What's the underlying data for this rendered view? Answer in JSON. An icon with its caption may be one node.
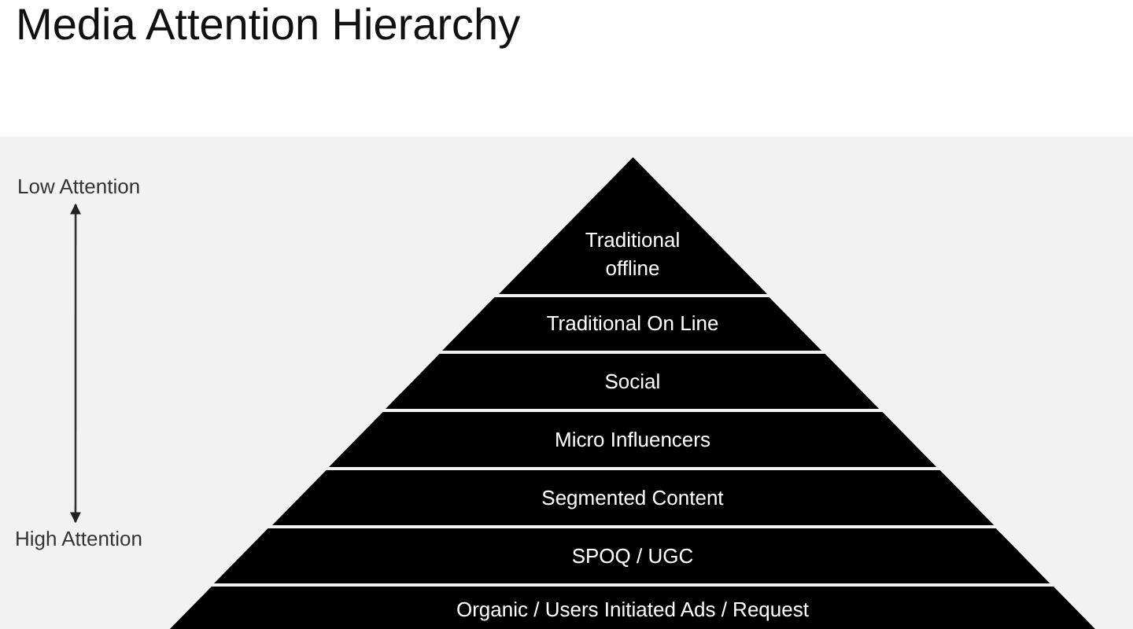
{
  "diagram": {
    "title": "Media Attention Hierarchy",
    "nodes": [
      {
        "text": [
          "Low Attention"
        ]
      },
      {
        "text": [
          "High Attention"
        ]
      },
      {
        "text": [
          "Traditional offline"
        ]
      },
      {
        "text": [
          "Traditional On Line"
        ]
      },
      {
        "text": [
          "Social"
        ]
      },
      {
        "text": [
          "Micro Influencers"
        ]
      },
      {
        "text": [
          "Segmented Content"
        ]
      },
      {
        "text": [
          "SPOQ / UGC"
        ]
      },
      {
        "text": [
          "Organic / Users Initiated Ads / Request"
        ]
      }
    ],
    "edges": [
      {
        "from": 0,
        "to": 1,
        "arrow": "both"
      }
    ]
  }
}
